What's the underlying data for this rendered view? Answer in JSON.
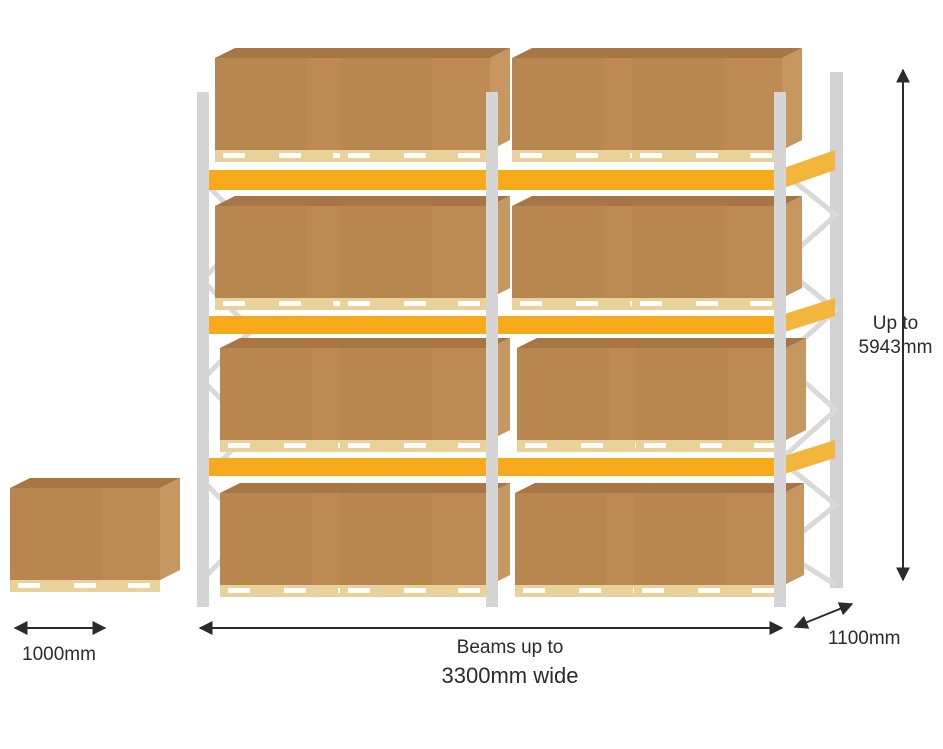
{
  "labels": {
    "height_line1": "Up to",
    "height_line2": "5943mm",
    "width_line1": "Beams up to",
    "width_line2": "3300mm wide",
    "depth": "1100mm",
    "pallet_width": "1000mm"
  },
  "colors": {
    "upright": "#d5d5d5",
    "beam": "#f6a91b",
    "box_front": "#b8864f",
    "box_side": "#c69760",
    "box_top": "#a87545",
    "pallet": "#e9d19a",
    "arrow": "#2b2b2b"
  },
  "icons": [
    "pallet-rack-icon",
    "box-on-pallet-icon",
    "double-arrow-icon"
  ]
}
